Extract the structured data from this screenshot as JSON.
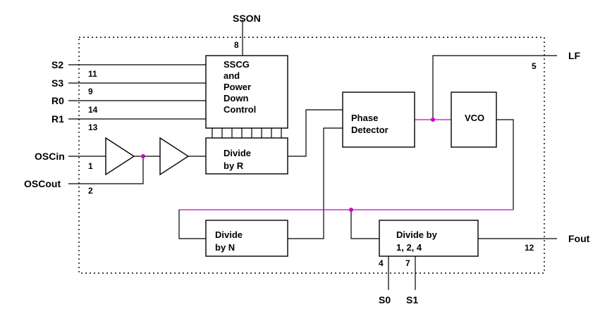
{
  "signals": {
    "sson": "SSON",
    "s2": "S2",
    "s3": "S3",
    "r0": "R0",
    "r1": "R1",
    "oscin": "OSCin",
    "oscout": "OSCout",
    "lf": "LF",
    "fout": "Fout",
    "s0": "S0",
    "s1": "S1"
  },
  "pins": {
    "sson": "8",
    "s2": "11",
    "s3": "9",
    "r0": "14",
    "r1": "13",
    "oscin": "1",
    "oscout": "2",
    "lf": "5",
    "fout": "12",
    "s0": "4",
    "s1": "7"
  },
  "blocks": {
    "sscg": [
      "SSCG",
      "and",
      "Power",
      "Down",
      "Control"
    ],
    "divide_r": [
      "Divide",
      "by R"
    ],
    "phase_detector": [
      "Phase",
      "Detector"
    ],
    "vco": [
      "VCO"
    ],
    "divide_n": [
      "Divide",
      "by N"
    ],
    "divide_124": [
      "Divide by",
      "1, 2, 4"
    ]
  },
  "colors": {
    "line": "#000000",
    "feedback_wire": "#cc00cc",
    "junction_dot": "#cc00cc"
  }
}
